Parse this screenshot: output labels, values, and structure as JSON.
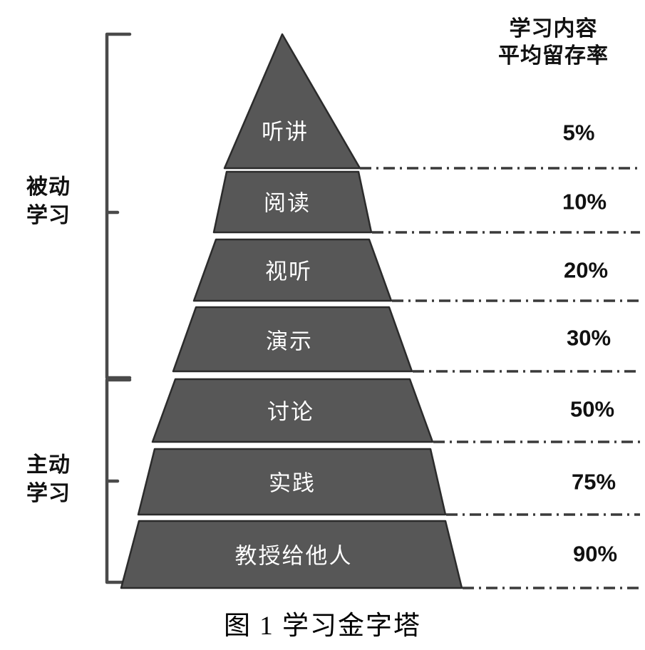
{
  "figure": {
    "caption": "图 1  学习金字塔",
    "column_header_line1": "学习内容",
    "column_header_line2": "平均留存率",
    "fill_color": "#575757",
    "edge_color": "#2b2b2b",
    "text_color": "#ffffff",
    "rule_color": "#3a3a3a"
  },
  "groups": [
    {
      "name": "passive",
      "line1": "被动",
      "line2": "学习"
    },
    {
      "name": "active",
      "line1": "主动",
      "line2": "学习"
    }
  ],
  "chart_data": {
    "type": "pie",
    "title": "图 1  学习金字塔",
    "xlabel": "",
    "ylabel": "平均留存率",
    "categories": [
      "听讲",
      "阅读",
      "视听",
      "演示",
      "讨论",
      "实践",
      "教授给他人"
    ],
    "values": [
      5,
      10,
      20,
      30,
      50,
      75,
      90
    ],
    "value_labels": [
      "5%",
      "10%",
      "20%",
      "30%",
      "50%",
      "75%",
      "90%"
    ],
    "groups": [
      "被动学习",
      "被动学习",
      "被动学习",
      "被动学习",
      "主动学习",
      "主动学习",
      "主动学习"
    ],
    "legend_position": "none",
    "grid": false
  },
  "tiers": [
    {
      "label": "听讲",
      "pct": "5%"
    },
    {
      "label": "阅读",
      "pct": "10%"
    },
    {
      "label": "视听",
      "pct": "20%"
    },
    {
      "label": "演示",
      "pct": "30%"
    },
    {
      "label": "讨论",
      "pct": "50%"
    },
    {
      "label": "实践",
      "pct": "75%"
    },
    {
      "label": "教授给他人",
      "pct": "90%"
    }
  ]
}
